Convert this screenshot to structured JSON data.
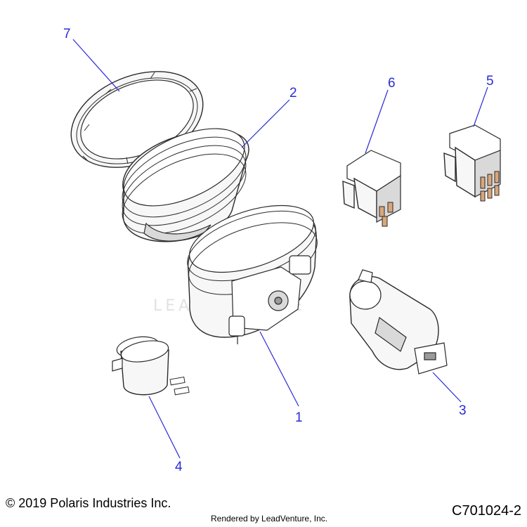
{
  "diagram": {
    "callouts": [
      {
        "id": "7",
        "label": "7"
      },
      {
        "id": "2",
        "label": "2"
      },
      {
        "id": "6",
        "label": "6"
      },
      {
        "id": "5",
        "label": "5"
      },
      {
        "id": "1",
        "label": "1"
      },
      {
        "id": "3",
        "label": "3"
      },
      {
        "id": "4",
        "label": "4"
      }
    ],
    "callout_color": "#2b2bd6"
  },
  "watermark": "LEADVENTURE",
  "footer": {
    "copyright": "© 2019 Polaris Industries Inc.",
    "rendered_by": "Rendered by LeadVenture, Inc.",
    "diagram_id": "C701024-2"
  }
}
